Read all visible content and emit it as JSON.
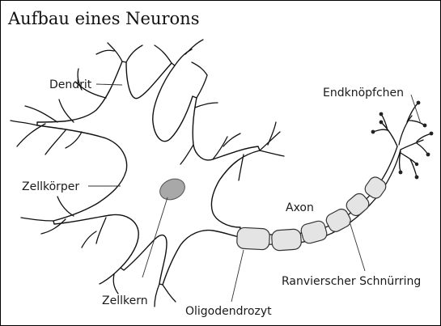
{
  "title": "Aufbau eines Neurons",
  "labels": {
    "dendrit": "Dendrit",
    "zellkoerper": "Zellkörper",
    "zellkern": "Zellkern",
    "axon": "Axon",
    "oligodendrozyt": "Oligodendrozyt",
    "ranvier": "Ranvierscher Schnürring",
    "endknoepfchen": "Endknöpfchen"
  },
  "colors": {
    "line": "#111111",
    "myelin_fill": "#e4e4e4",
    "nucleus_fill": "#a8a8a8"
  }
}
